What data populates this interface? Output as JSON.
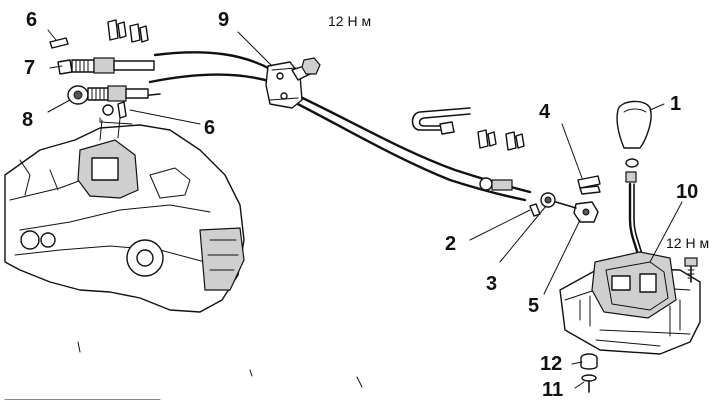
{
  "callouts": [
    {
      "id": "c1",
      "label": "1"
    },
    {
      "id": "c2",
      "label": "2"
    },
    {
      "id": "c3",
      "label": "3"
    },
    {
      "id": "c4",
      "label": "4"
    },
    {
      "id": "c5",
      "label": "5"
    },
    {
      "id": "c6a",
      "label": "6"
    },
    {
      "id": "c6b",
      "label": "6"
    },
    {
      "id": "c7",
      "label": "7"
    },
    {
      "id": "c8",
      "label": "8"
    },
    {
      "id": "c9",
      "label": "9"
    },
    {
      "id": "c10",
      "label": "10"
    },
    {
      "id": "c11",
      "label": "11"
    },
    {
      "id": "c12",
      "label": "12"
    }
  ],
  "torque_specs": [
    {
      "id": "t_bracket",
      "text": "12 Н м"
    },
    {
      "id": "t_shifter",
      "text": "12 Н м"
    }
  ]
}
